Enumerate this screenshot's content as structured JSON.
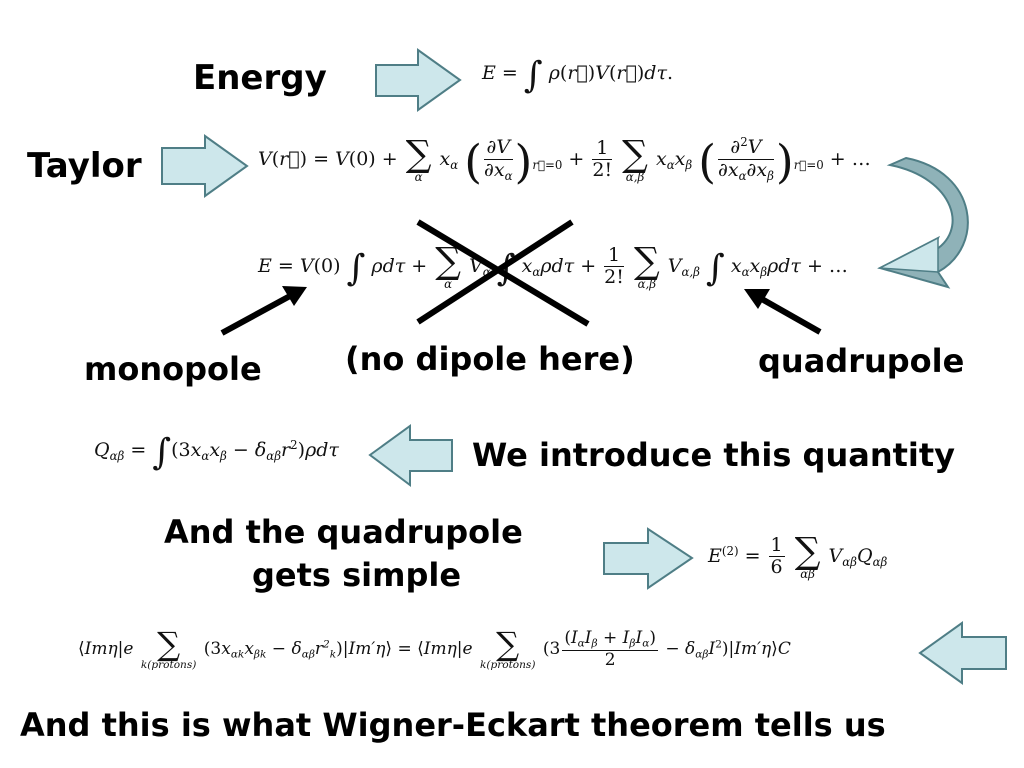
{
  "labels": {
    "energy": "Energy",
    "taylor": "Taylor",
    "monopole": "monopole",
    "no_dipole": "(no dipole here)",
    "quadrupole": "quadrupole",
    "introduce": "We introduce this quantity",
    "simple_line1": "And the quadrupole",
    "simple_line2": "gets simple",
    "wigner": "And this is what Wigner-Eckart theorem tells us"
  },
  "colors": {
    "arrow_fill": "#cde7eb",
    "arrow_stroke": "#4f7e86",
    "curved_arrow_dark": "#8fb2b8",
    "text": "#000000"
  },
  "icons": [
    "block-arrow-right-icon",
    "block-arrow-left-icon",
    "curved-arrow-icon",
    "pointer-arrow-icon",
    "cross-out-icon"
  ]
}
